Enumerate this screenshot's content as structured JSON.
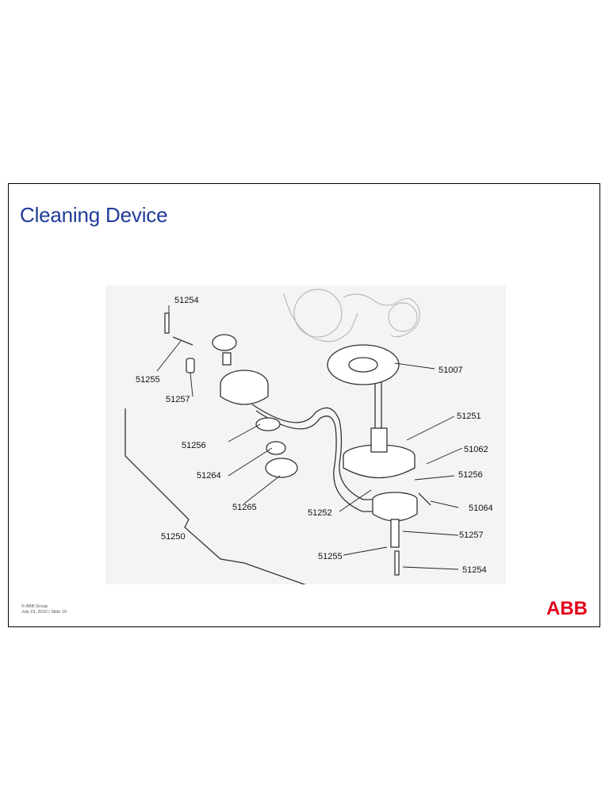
{
  "slide": {
    "title": "Cleaning Device",
    "footer_line1": "© ABB Group",
    "footer_line2": "July 23, 2010 | Slide 10",
    "logo_text": "ABB",
    "accent_color": "#1f3c99",
    "logo_color": "#e2001a"
  },
  "diagram": {
    "callouts": [
      {
        "id": "c1",
        "label": "51254"
      },
      {
        "id": "c2",
        "label": "51255"
      },
      {
        "id": "c3",
        "label": "51257"
      },
      {
        "id": "c4",
        "label": "51256"
      },
      {
        "id": "c5",
        "label": "51264"
      },
      {
        "id": "c6",
        "label": "51265"
      },
      {
        "id": "c7",
        "label": "51250"
      },
      {
        "id": "c8",
        "label": "51252"
      },
      {
        "id": "c9",
        "label": "51007"
      },
      {
        "id": "c10",
        "label": "51251"
      },
      {
        "id": "c11",
        "label": "51062"
      },
      {
        "id": "c12",
        "label": "51256"
      },
      {
        "id": "c13",
        "label": "51064"
      },
      {
        "id": "c14",
        "label": "51257"
      },
      {
        "id": "c15",
        "label": "51255"
      },
      {
        "id": "c16",
        "label": "51254"
      }
    ]
  }
}
